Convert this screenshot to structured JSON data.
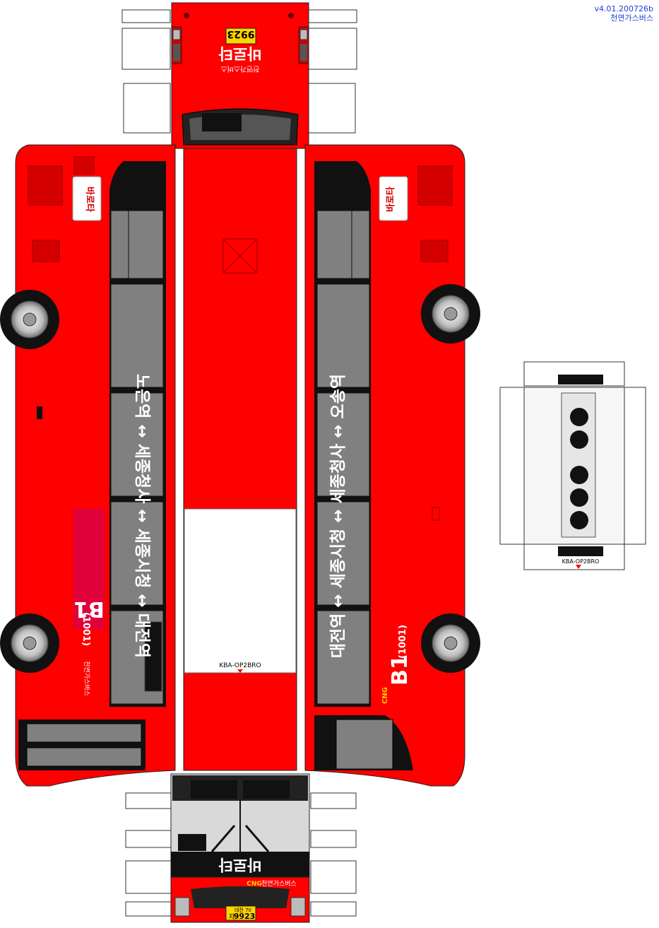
{
  "version": {
    "code": "v4.01.200726b",
    "operator": "천연가스버스"
  },
  "bus": {
    "route_number": "B1",
    "route_code": "(1001)",
    "brand_logo": "바로타",
    "cng_badge": "CNG",
    "cng_text": "천연가스버스",
    "plate_region": "대전 70",
    "plate_mark": "자",
    "plate_number": "9923",
    "left_route_text": "노은역 ↔ 세종청사 ↔ 세종시청 ↔ 대전역",
    "right_route_text": "대전역 ↔ 세종시청 ↔ 세종청사 ↔ 오송역",
    "model_code": "KBA-OP2BRO",
    "roof_model_code": "KBA-OP2BRO"
  },
  "colors": {
    "bus_red": "#ff0000",
    "dark_red": "#cc0000",
    "window_gray": "#808080",
    "black": "#111111",
    "light_gray": "#d9d9d9",
    "version_blue": "#1a3fd6"
  }
}
